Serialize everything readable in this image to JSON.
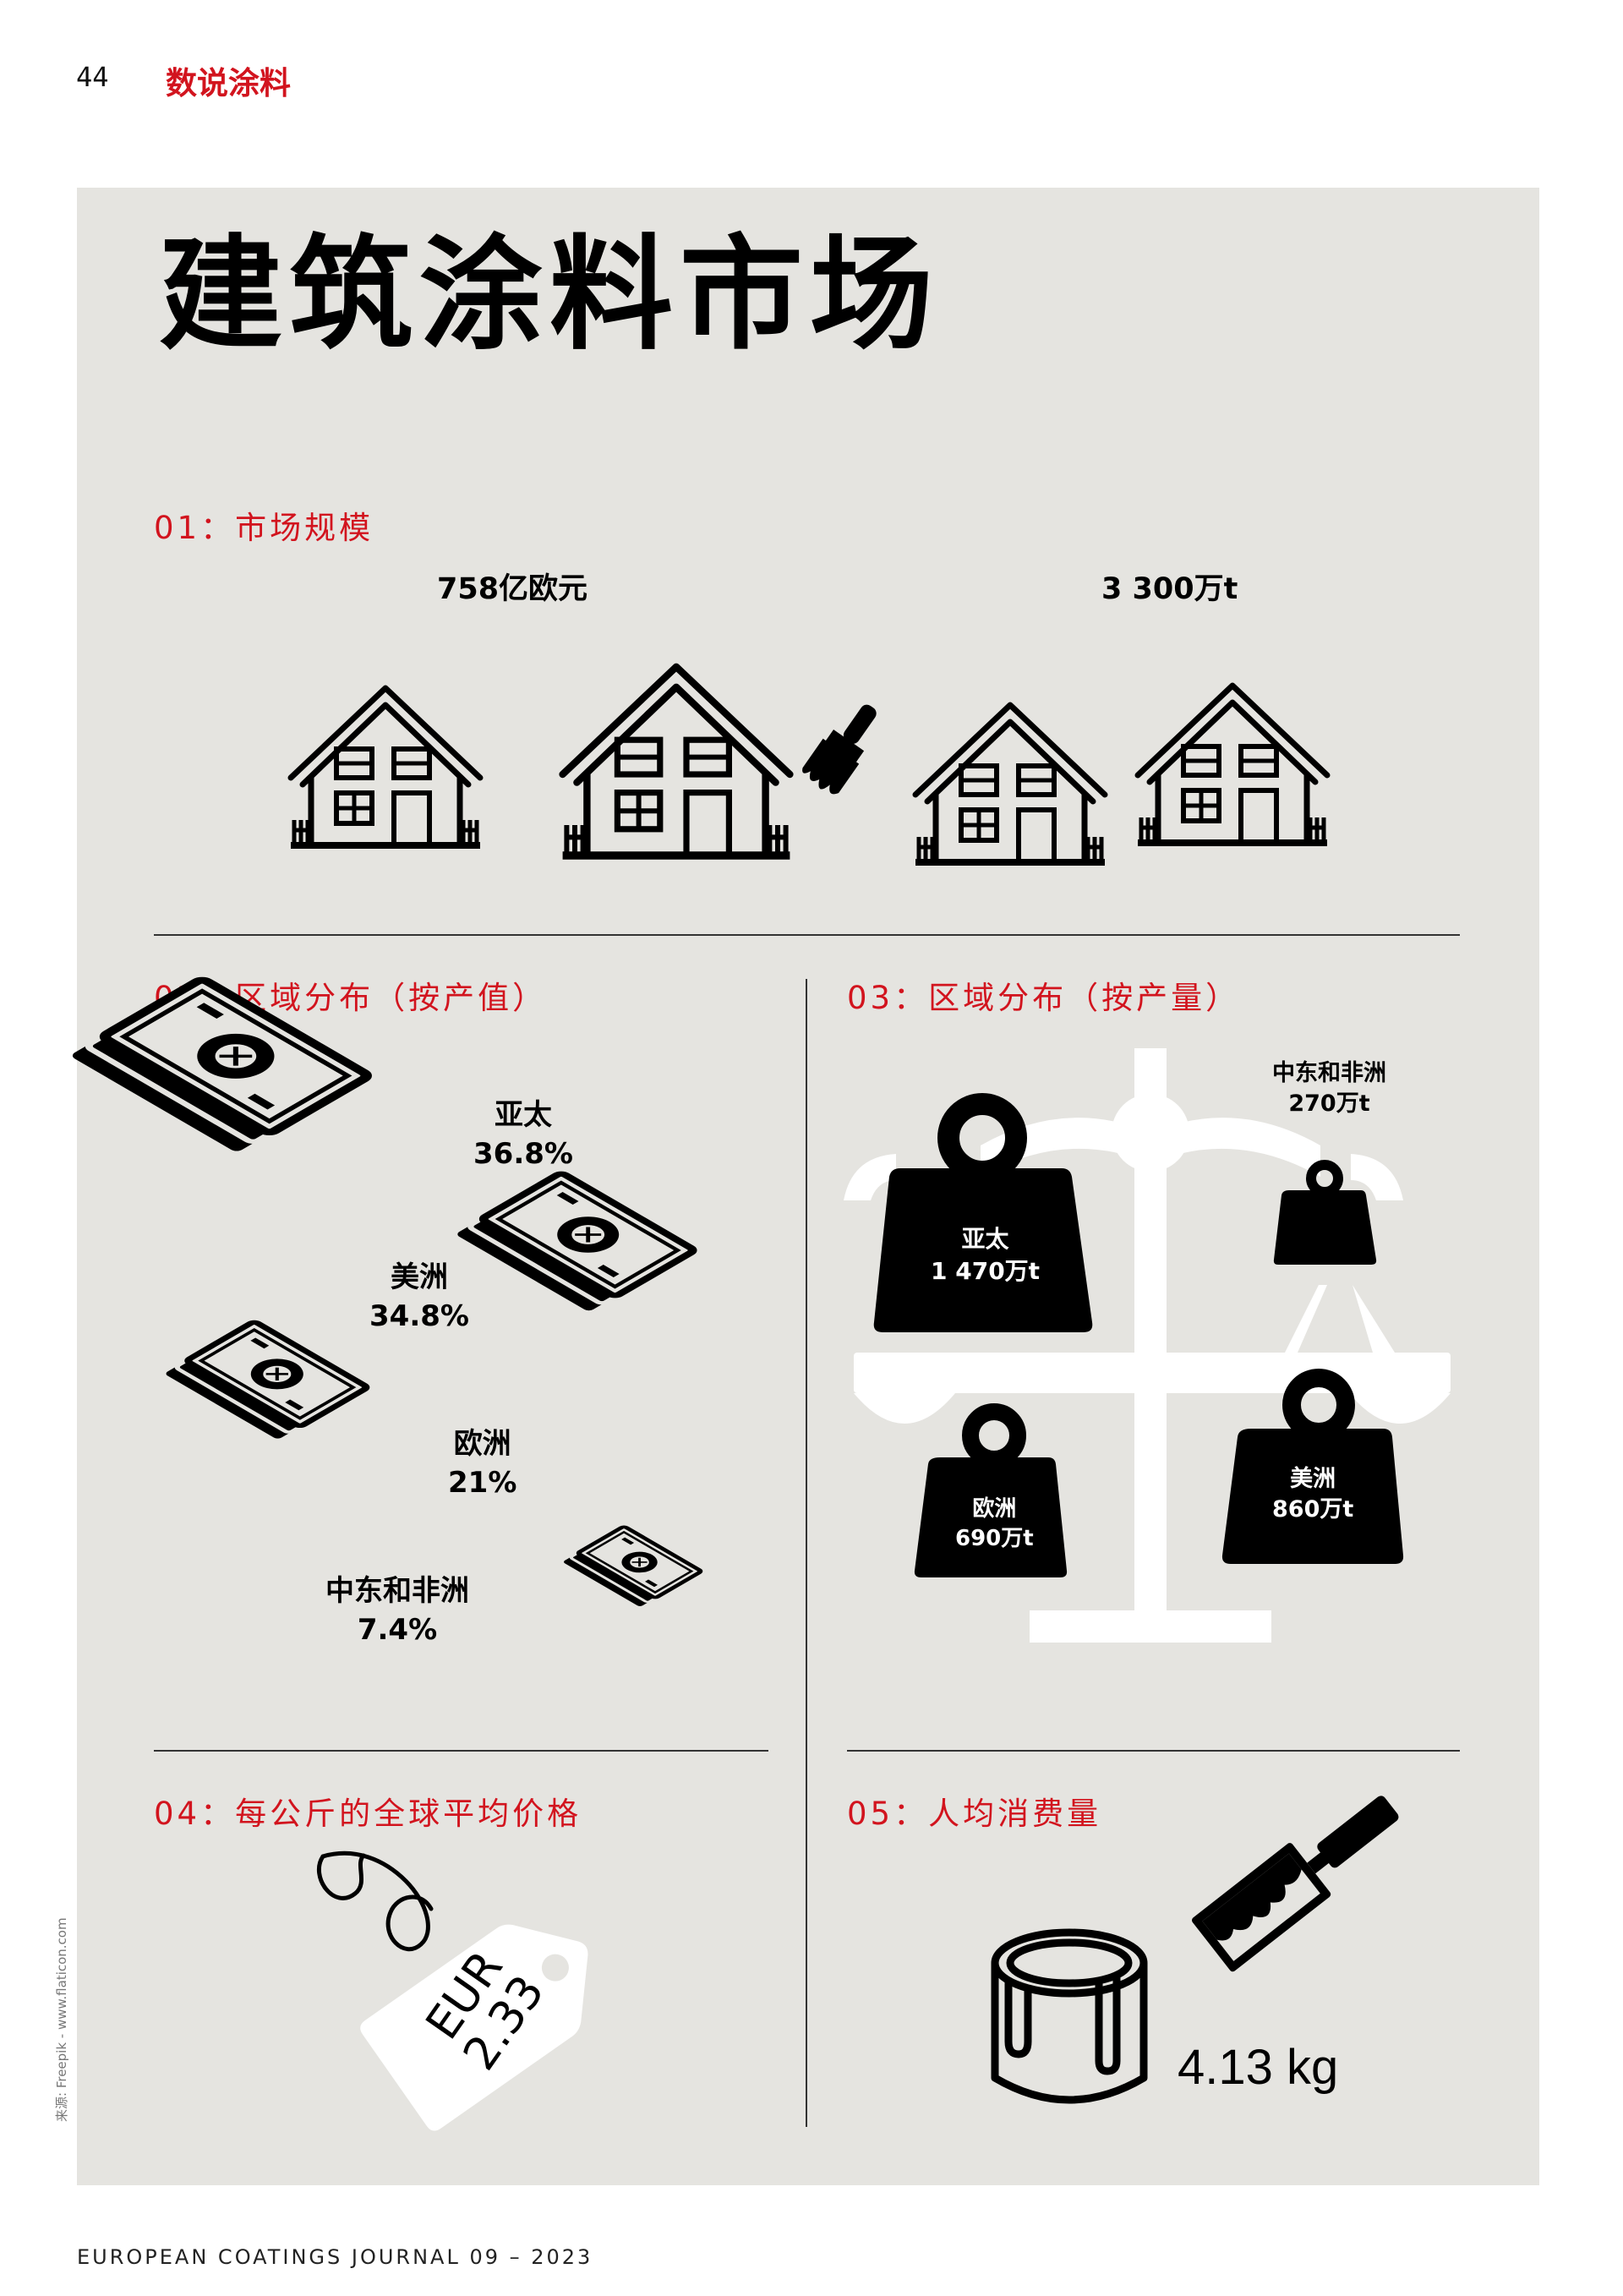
{
  "header": {
    "page_number": "44",
    "section": "数说涂料"
  },
  "title": "建筑涂料市场",
  "market_size": {
    "heading": "01：市场规模",
    "value_eur": "758亿欧元",
    "value_volume": "3 300万t"
  },
  "by_value": {
    "heading": "02：区域分布（按产值）",
    "regions": [
      {
        "name": "亚太",
        "share": "36.8%"
      },
      {
        "name": "美洲",
        "share": "34.8%"
      },
      {
        "name": "欧洲",
        "share": "21%"
      },
      {
        "name": "中东和非洲",
        "share": "7.4%"
      }
    ]
  },
  "by_volume": {
    "heading": "03：区域分布（按产量）",
    "regions": [
      {
        "name": "亚太",
        "value": "1 470万t"
      },
      {
        "name": "中东和非洲",
        "value": "270万t"
      },
      {
        "name": "欧洲",
        "value": "690万t"
      },
      {
        "name": "美洲",
        "value": "860万t"
      }
    ]
  },
  "price": {
    "heading": "04：每公斤的全球平均价格",
    "currency": "EUR",
    "amount": "2.33"
  },
  "consumption": {
    "heading": "05：人均消费量",
    "value": "4.13 kg"
  },
  "credit": "来源: Freepik - www.flaticon.com",
  "footer": "EUROPEAN COATINGS JOURNAL 09 – 2023",
  "colors": {
    "accent": "#d2141e",
    "panel": "#e5e4e0"
  },
  "icons": [
    "house-icon",
    "paintbrush-icon",
    "banknote-stack-icon",
    "balance-scale-icon",
    "weight-icon",
    "price-tag-icon",
    "paint-bucket-icon",
    "paint-roller-icon"
  ]
}
